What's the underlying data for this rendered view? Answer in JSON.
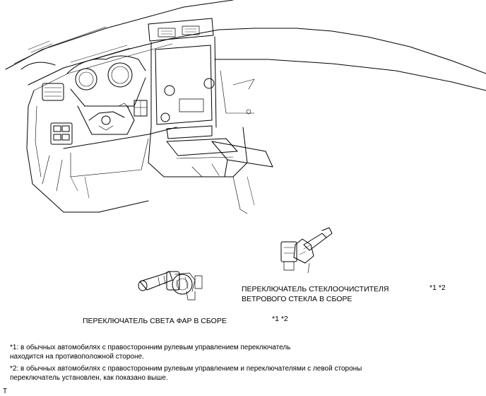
{
  "labels": {
    "headlight_switch": "ПЕРЕКЛЮЧАТЕЛЬ СВЕТА ФАР В СБОРЕ",
    "headlight_refs": "*1 *2",
    "wiper_switch_line1": "ПЕРЕКЛЮЧАТЕЛЬ СТЕКЛООЧИСТИТЕЛЯ",
    "wiper_switch_line2": "ВЕТРОВОГО СТЕКЛА В СБОРЕ",
    "wiper_refs": "*1 *2"
  },
  "notes": {
    "note1_line1": "*1: в обычных автомобилях с правосторонним рулевым управлением переключатель",
    "note1_line2": "находится на противоположной стороне.",
    "note2_line1": "*2: в обычных автомобилях с правосторонним рулевым управлением и переключателями с левой стороны",
    "note2_line2": "переключатель установлен, как показано выше."
  },
  "footer_mark": "T"
}
